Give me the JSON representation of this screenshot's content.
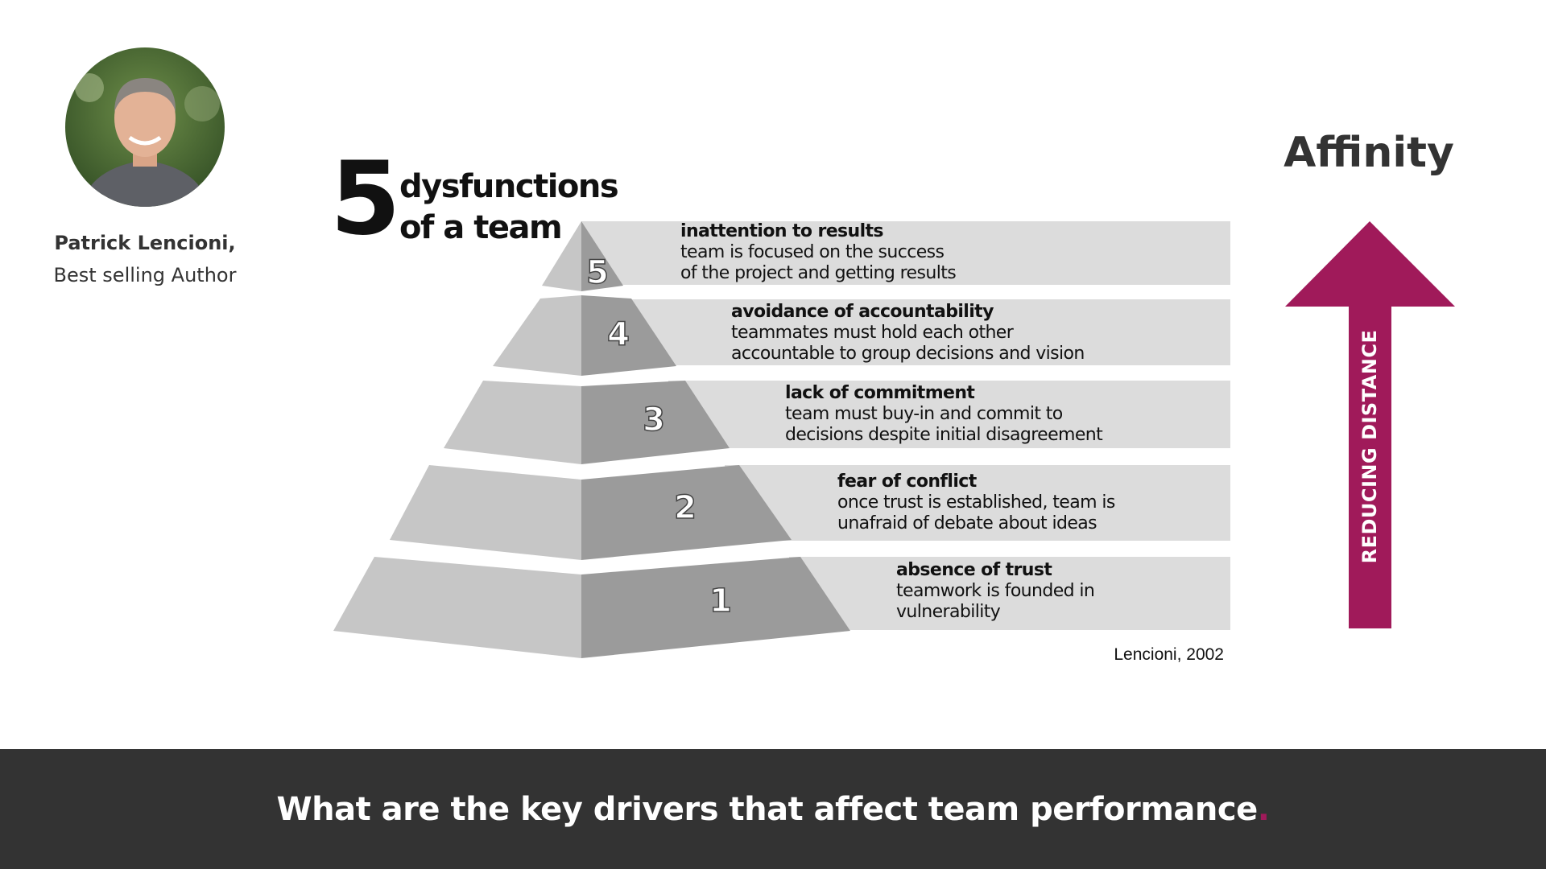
{
  "author": {
    "name": "Patrick Lencioni,",
    "role": "Best selling Author"
  },
  "diagram": {
    "title_number": "5",
    "title_line1": "dysfunctions",
    "title_line2": "of a team",
    "tiers": [
      {
        "number": "5",
        "title": "inattention to results",
        "line1": "team is focused on the success",
        "line2": "of the project and getting results"
      },
      {
        "number": "4",
        "title": "avoidance of accountability",
        "line1": "teammates must hold each other",
        "line2": "accountable to group decisions and vision"
      },
      {
        "number": "3",
        "title": "lack of commitment",
        "line1": "team must buy-in and commit to",
        "line2": "decisions despite initial disagreement"
      },
      {
        "number": "2",
        "title": "fear of conflict",
        "line1": "once trust is established, team is",
        "line2": "unafraid of debate about ideas"
      },
      {
        "number": "1",
        "title": "absence of trust",
        "line1": "teamwork is founded in",
        "line2": "vulnerability"
      }
    ],
    "citation": "Lencioni, 2002"
  },
  "affinity": {
    "title": "Affinity",
    "arrow_label": "REDUCING DISTANCE",
    "arrow_color": "#a01a5a"
  },
  "footer": {
    "question": "What are the key drivers that affect team performance",
    "dot": "."
  }
}
